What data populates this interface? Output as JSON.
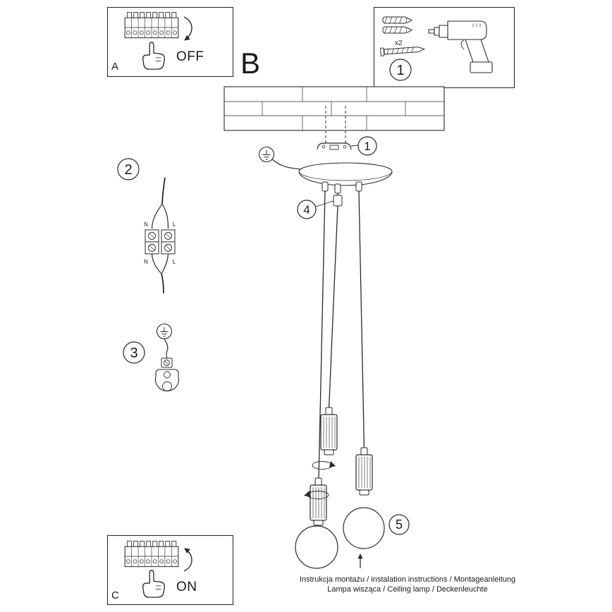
{
  "sections": {
    "a": "A",
    "b": "B",
    "c": "C"
  },
  "power": {
    "off": "OFF",
    "on": "ON"
  },
  "steps": {
    "tools": "1",
    "bracket": "1",
    "wiring": "2",
    "ground": "3",
    "grip": "4",
    "bulb": "5"
  },
  "hardware": {
    "anchor_qty": "x2"
  },
  "wires": {
    "n_top": "N",
    "l_top": "L",
    "n_bottom": "N",
    "l_bottom": "L"
  },
  "footer": {
    "line1": "Instrukcja montażu / instalation instructions / Montageanleitung",
    "line2": "Lampa wisząca / Ceiling lamp / Deckenleuchte"
  },
  "colors": {
    "ink": "#2a2a2a",
    "paper": "#ffffff"
  }
}
